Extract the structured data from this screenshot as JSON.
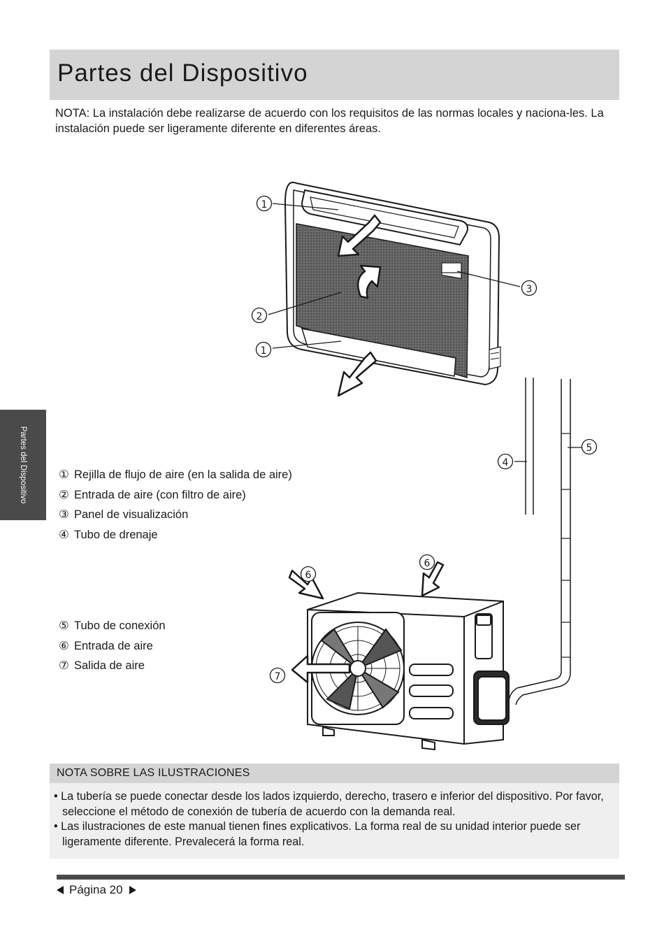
{
  "header": {
    "title": "Partes del Dispositivo"
  },
  "nota": "NOTA: La instalación debe realizarse de acuerdo con los requisitos de las normas locales y naciona-les. La instalación puede ser ligeramente diferente en diferentes áreas.",
  "side_tab": "Partes del Dispositivo",
  "callouts": {
    "c1": "①",
    "c2": "②",
    "c3": "③",
    "c4": "④",
    "c5": "⑤",
    "c6": "⑥",
    "c7": "⑦"
  },
  "legend_top": [
    {
      "num": "①",
      "text": "Rejilla de flujo de aire (en la salida de aire)"
    },
    {
      "num": "②",
      "text": "Entrada de aire (con filtro de aire)"
    },
    {
      "num": "③",
      "text": "Panel de visualización"
    },
    {
      "num": "④",
      "text": "Tubo de drenaje"
    }
  ],
  "legend_bottom": [
    {
      "num": "⑤",
      "text": "Tubo de conexión"
    },
    {
      "num": "⑥",
      "text": "Entrada de aire"
    },
    {
      "num": "⑦",
      "text": "Salida de aire"
    }
  ],
  "illustration_note": {
    "title": "NOTA SOBRE LAS ILUSTRACIONES",
    "items": [
      "• La tubería se puede conectar desde los lados izquierdo, derecho, trasero e inferior del dispositivo. Por favor, seleccione el método de conexión de tubería de acuerdo con la demanda real.",
      "• Las ilustraciones de este manual tienen fines explicativos. La forma real de su unidad interior puede ser ligeramente diferente. Prevalecerá la forma real."
    ]
  },
  "footer": {
    "page": "Página 20"
  }
}
